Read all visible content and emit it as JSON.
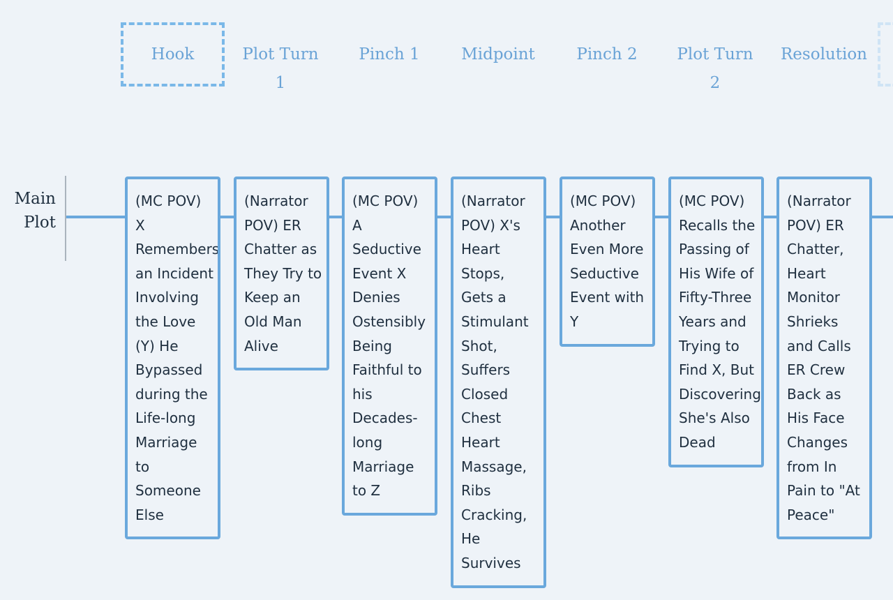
{
  "headers": [
    "Hook",
    "Plot Turn 1",
    "Pinch 1",
    "Midpoint",
    "Pinch 2",
    "Plot Turn 2",
    "Resolution"
  ],
  "row": {
    "label": "Main Plot"
  },
  "cards": [
    "(MC POV) X Remembers an Incident Involving the Love (Y) He Bypassed during the Life-long Marriage to Someone Else",
    "(Narrator POV) ER Chatter as They Try to Keep an Old Man Alive",
    "(MC POV) A Seductive Event X Denies Ostensibly Being Faithful to his Decades-long Marriage to Z",
    "(Narrator POV) X's Heart Stops, Gets a Stimulant Shot, Suffers Closed Chest Heart Massage, Ribs Cracking, He Survives",
    "(MC POV) Another Even More Seductive Event with Y",
    "(MC POV) Recalls the Passing of His Wife of Fifty-Three Years and Trying to Find X, But Discovering She's Also Dead",
    "(Narrator POV) ER Chatter, Heart Monitor Shrieks and Calls ER Crew Back as His Face Changes from In Pain to \"At Peace\""
  ],
  "colors": {
    "accent": "#6aa8dc",
    "header_text": "#6aa3d6",
    "background": "#eef3f8",
    "text": "#1f2f3f"
  }
}
